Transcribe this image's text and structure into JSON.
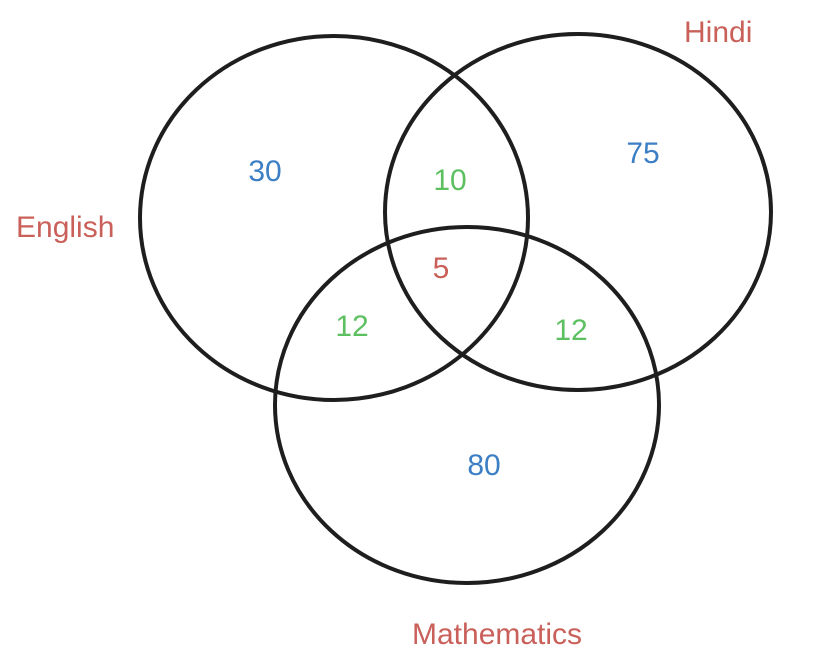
{
  "diagram": {
    "colors": {
      "label": "#c9605a",
      "only": "#3d7fc4",
      "pair": "#5cc061",
      "triple": "#c9605a",
      "stroke": "#1e1e1e"
    },
    "sets": {
      "english": {
        "label": "English"
      },
      "hindi": {
        "label": "Hindi"
      },
      "mathematics": {
        "label": "Mathematics"
      }
    },
    "regions": {
      "english_only": "30",
      "hindi_only": "75",
      "mathematics_only": "80",
      "english_hindi": "10",
      "english_mathematics": "12",
      "hindi_mathematics": "12",
      "all_three": "5"
    }
  }
}
